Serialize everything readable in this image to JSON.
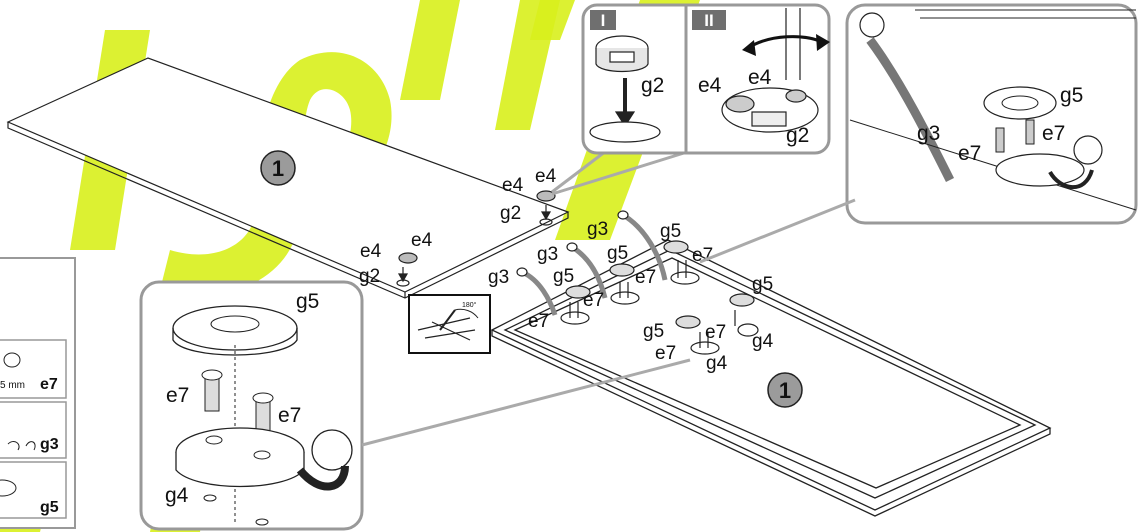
{
  "watermark": {
    "color": "#d8f01c"
  },
  "panels": {
    "step_i_label": "I",
    "step_ii_label": "II"
  },
  "parts": {
    "board": "1",
    "frame": "1"
  },
  "labels": {
    "g2": "g2",
    "g3": "g3",
    "g4": "g4",
    "g5": "g5",
    "e4": "e4",
    "e7": "e7"
  },
  "legend": {
    "size_text": "5 mm",
    "items": [
      "e7",
      "g3",
      "g5"
    ]
  },
  "icons": {
    "rotate": "rotate-arrow-icon",
    "angle": "angle-indicator-icon"
  },
  "angle_text": "180°"
}
